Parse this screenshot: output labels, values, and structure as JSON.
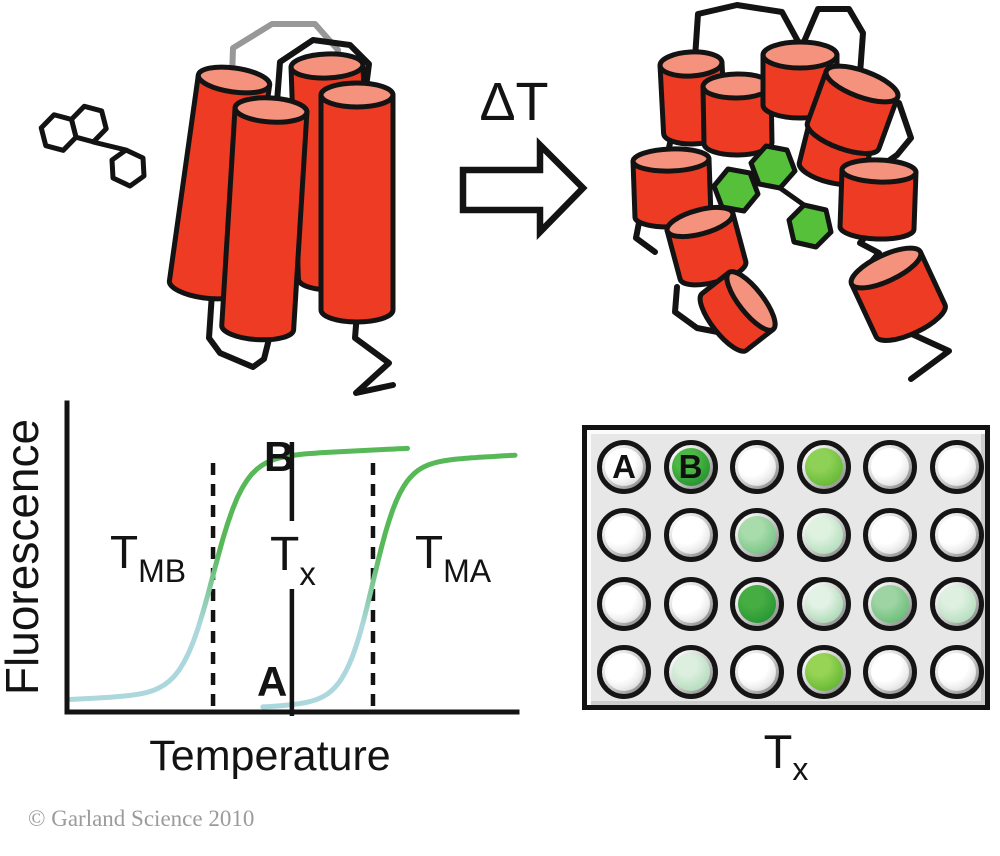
{
  "figure": {
    "delta_t_label": "ΔT",
    "copyright": "© Garland Science 2010"
  },
  "colors": {
    "helix_body_red": "#ee3b24",
    "helix_top_salmon": "#f5927d",
    "dye_green": "#56c03b",
    "ligand_fill_white": "#ffffff",
    "loop_gray": "#989898",
    "outline": "#131313"
  },
  "chart_data": {
    "type": "line",
    "title": "",
    "xlabel": "Temperature",
    "ylabel": "Fluorescence",
    "grid": false,
    "legend": false,
    "axis_numeric_ticks": false,
    "curve_color_low": "#abd7dd",
    "curve_color_high": "#56b856",
    "curves": [
      {
        "label_main": "T",
        "label_sub": "MB",
        "x_start": 0.0,
        "x_end": 0.76,
        "midpoint": 0.326,
        "width": 0.035,
        "baseline": 0.04,
        "amplitude": 0.76,
        "plateau_tilt": 0.07
      },
      {
        "label_main": "T",
        "label_sub": "MA",
        "x_start": 0.437,
        "x_end": 1.0,
        "midpoint": 0.683,
        "width": 0.032,
        "baseline": 0.016,
        "amplitude": 0.77,
        "plateau_tilt": 0.08
      }
    ],
    "dashed_markers_x": [
      0.326,
      0.683
    ],
    "tx_marker": {
      "x": 0.502,
      "label_main": "T",
      "label_sub": "x",
      "top_point_label": "B",
      "bottom_point_label": "A"
    }
  },
  "plate": {
    "rows": 4,
    "cols": 6,
    "caption_main": "T",
    "caption_sub": "x",
    "wells": [
      {
        "label": "A"
      },
      {
        "label": "B",
        "hi": "#4cb945",
        "lo": "#1d8a2a"
      },
      {},
      {
        "hi": "#8ed157",
        "lo": "#5cb32c"
      },
      {},
      {},
      {},
      {},
      {
        "hi": "#a8dcab",
        "lo": "#6dbf7d"
      },
      {
        "hi": "#dff2e0",
        "lo": "#a9d9b4"
      },
      {},
      {},
      {},
      {},
      {
        "hi": "#46ad43",
        "lo": "#1f9230"
      },
      {
        "hi": "#e2f2e4",
        "lo": "#9fd3ab"
      },
      {
        "hi": "#9ed4a4",
        "lo": "#5fb96d"
      },
      {
        "hi": "#def0e0",
        "lo": "#abdab6"
      },
      {},
      {
        "hi": "#ddefdf",
        "lo": "#a8d8b3"
      },
      {},
      {
        "hi": "#97d355",
        "lo": "#57b22a"
      },
      {},
      {}
    ]
  }
}
